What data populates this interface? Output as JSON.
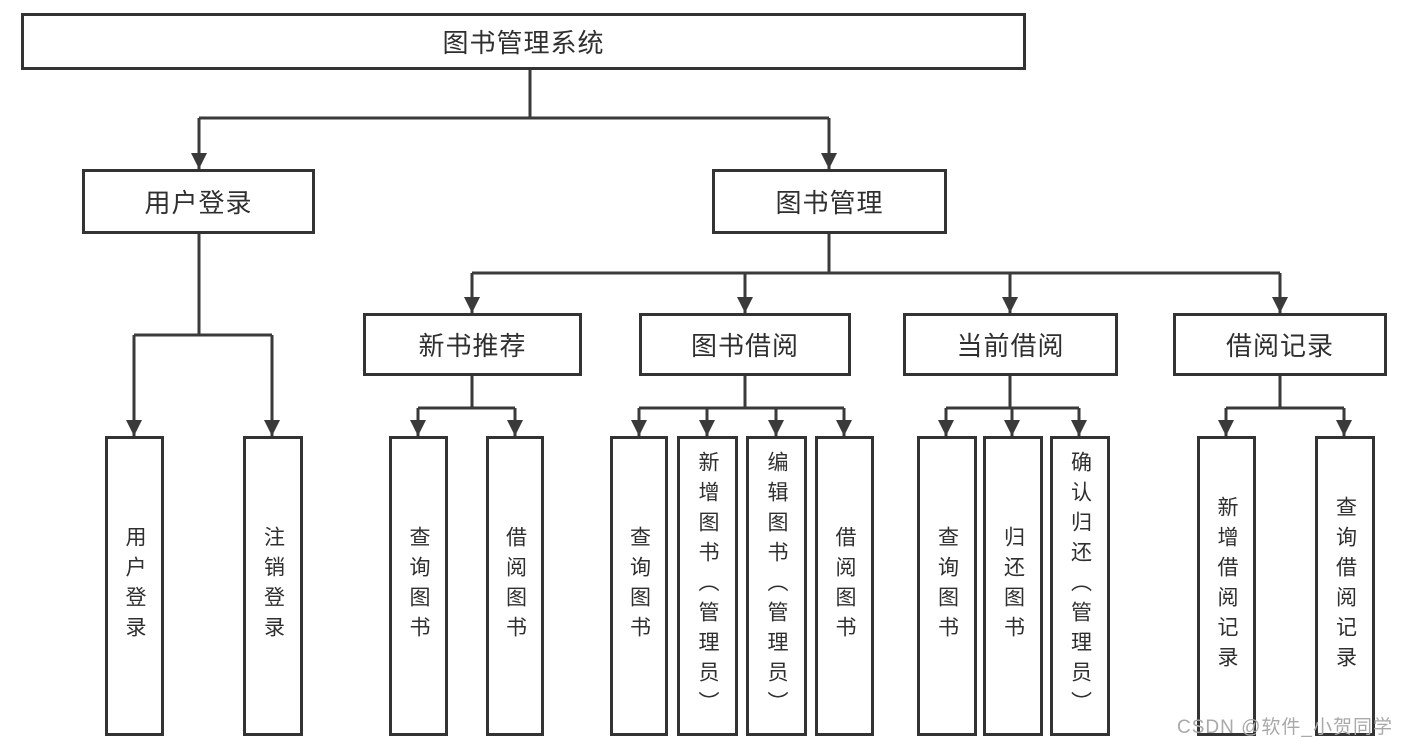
{
  "tree": {
    "root": {
      "label": "图书管理系统",
      "children": [
        {
          "label": "用户登录",
          "children": [
            {
              "label": "用户登录"
            },
            {
              "label": "注销登录"
            }
          ]
        },
        {
          "label": "图书管理",
          "children": [
            {
              "label": "新书推荐",
              "children": [
                {
                  "label": "查询图书"
                },
                {
                  "label": "借阅图书"
                }
              ]
            },
            {
              "label": "图书借阅",
              "children": [
                {
                  "label": "查询图书"
                },
                {
                  "label": "新增图书（管理员）"
                },
                {
                  "label": "编辑图书（管理员）"
                },
                {
                  "label": "借阅图书"
                }
              ]
            },
            {
              "label": "当前借阅",
              "children": [
                {
                  "label": "查询图书"
                },
                {
                  "label": "归还图书"
                },
                {
                  "label": "确认归还（管理员）"
                }
              ]
            },
            {
              "label": "借阅记录",
              "children": [
                {
                  "label": "新增借阅记录"
                },
                {
                  "label": "查询借阅记录"
                }
              ]
            }
          ]
        }
      ]
    }
  },
  "watermark": {
    "text": "CSDN @软件_小贺同学"
  },
  "colors": {
    "line": "#3a3a3a",
    "node_border": "#333333",
    "node_text": "#2f2f2f",
    "watermark_text": "#a9a9a9",
    "background": "#ffffff"
  }
}
